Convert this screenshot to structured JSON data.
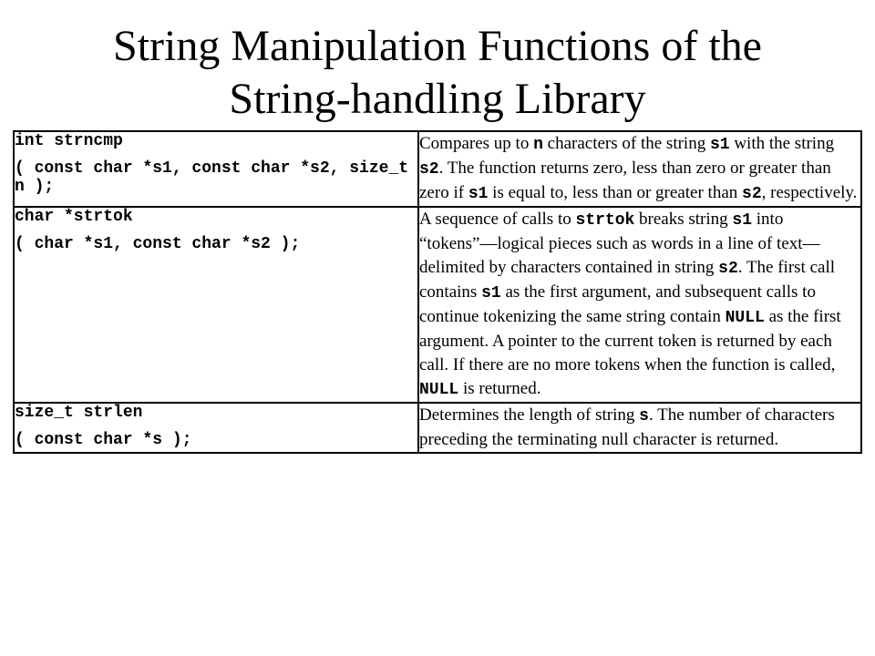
{
  "title": {
    "line1": "String Manipulation Functions of the",
    "line2": "String-handling Library"
  },
  "rows": [
    {
      "signature": [
        "int strncmp",
        "( const char *s1, const char *s2, size_t n );"
      ],
      "description": [
        {
          "t": "text",
          "v": " Compares up to "
        },
        {
          "t": "code",
          "v": "n"
        },
        {
          "t": "text",
          "v": " characters of the string "
        },
        {
          "t": "code",
          "v": "s1"
        },
        {
          "t": "text",
          "v": " with the string "
        },
        {
          "t": "code",
          "v": "s2"
        },
        {
          "t": "text",
          "v": ". The function returns zero, less than zero or greater than zero if "
        },
        {
          "t": "code",
          "v": "s1"
        },
        {
          "t": "text",
          "v": " is equal to, less than or greater than "
        },
        {
          "t": "code",
          "v": "s2"
        },
        {
          "t": "text",
          "v": ", respectively."
        }
      ]
    },
    {
      "signature": [
        "char *strtok",
        "( char *s1, const char *s2 );"
      ],
      "description": [
        {
          "t": "text",
          "v": " A sequence of calls to "
        },
        {
          "t": "code",
          "v": "strtok"
        },
        {
          "t": "text",
          "v": " breaks string "
        },
        {
          "t": "code",
          "v": "s1"
        },
        {
          "t": "text",
          "v": " into “tokens”—logical pieces such as words in a line of text—delimited by characters contained in string "
        },
        {
          "t": "code",
          "v": "s2"
        },
        {
          "t": "text",
          "v": ". The first call contains "
        },
        {
          "t": "code",
          "v": "s1"
        },
        {
          "t": "text",
          "v": " as the first argument, and subsequent calls to continue tokenizing the same string contain "
        },
        {
          "t": "code",
          "v": "NULL"
        },
        {
          "t": "text",
          "v": " as the first argument. A pointer to the current token is returned by each call. If there are no more tokens when the function is called, "
        },
        {
          "t": "code",
          "v": "NULL"
        },
        {
          "t": "text",
          "v": " is returned."
        }
      ]
    },
    {
      "signature": [
        "size_t strlen",
        "( const char *s );"
      ],
      "description": [
        {
          "t": "text",
          "v": " Determines the length of string "
        },
        {
          "t": "code",
          "v": "s"
        },
        {
          "t": "text",
          "v": ". The number of characters preceding the terminating null character is returned."
        }
      ]
    }
  ]
}
